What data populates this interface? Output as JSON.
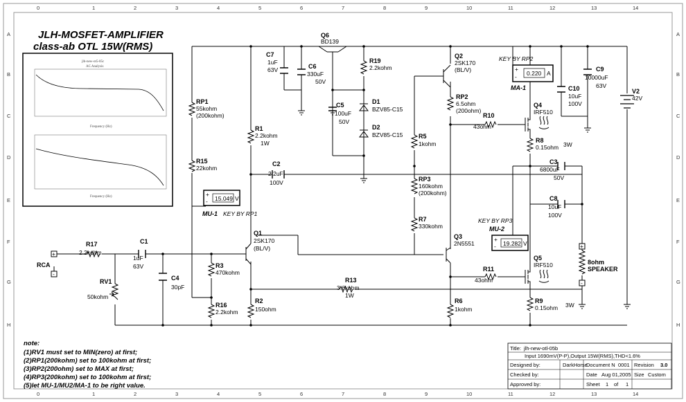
{
  "title": {
    "line1": "JLH-MOSFET-AMPLIFIER",
    "line2": "class-ab OTL 15W(RMS)"
  },
  "grid": {
    "cols": [
      "0",
      "1",
      "2",
      "3",
      "4",
      "5",
      "6",
      "7",
      "8",
      "9",
      "10",
      "11",
      "12",
      "13",
      "14"
    ],
    "rows": [
      "A",
      "B",
      "C",
      "D",
      "E",
      "F",
      "G",
      "H"
    ]
  },
  "inset": {
    "top_title": "jlh-new-ot5-05c",
    "top_subtitle": "AC Analysis",
    "top_xlabel": "Frequency (Hz)",
    "bottom_xlabel": "Frequency (Hz)"
  },
  "components": {
    "Q6": [
      "Q6",
      "BD139"
    ],
    "C7": [
      "C7",
      "1uF",
      "63V"
    ],
    "C6": [
      "C6",
      "330uF",
      "50V"
    ],
    "R19": [
      "R19",
      "2.2kohm"
    ],
    "D1": [
      "D1",
      "BZV85-C15"
    ],
    "D2": [
      "D2",
      "BZV85-C15"
    ],
    "C5": [
      "C5",
      "100uF",
      "50V"
    ],
    "Q2": [
      "Q2",
      "2SK170",
      "(BL/V)"
    ],
    "RP2": [
      "RP2",
      "6.5ohm",
      "(200ohm)"
    ],
    "R10": [
      "R10",
      "43ohm"
    ],
    "Q4": [
      "Q4",
      "IRF510"
    ],
    "R8": [
      "R8",
      "0.15ohm",
      "3W"
    ],
    "C10": [
      "C10",
      "10uF",
      "100V"
    ],
    "C9": [
      "C9",
      "10000uF",
      "63V"
    ],
    "V2": [
      "V2",
      "42V"
    ],
    "RP1": [
      "RP1",
      "55kohm",
      "(200kohm)"
    ],
    "R15": [
      "R15",
      "22kohm"
    ],
    "R1": [
      "R1",
      "2.2kohm",
      "1W"
    ],
    "C2": [
      "C2",
      "2.2uF",
      "100V"
    ],
    "R5": [
      "R5",
      "1kohm"
    ],
    "RP3": [
      "RP3",
      "160kohm",
      "(200kohm)"
    ],
    "R7": [
      "R7",
      "330kohm"
    ],
    "C3": [
      "C3",
      "6800uF",
      "50V"
    ],
    "C8": [
      "C8",
      "10uF",
      "100V"
    ],
    "Q1": [
      "Q1",
      "2SK170",
      "(BL/V)"
    ],
    "Q3": [
      "Q3",
      "2N5551"
    ],
    "Q5": [
      "Q5",
      "IRF510"
    ],
    "R11": [
      "R11",
      "43ohm"
    ],
    "SPK": [
      "8ohm",
      "SPEAKER"
    ],
    "R17": [
      "R17",
      "2.2kohm"
    ],
    "C1": [
      "C1",
      "1uF",
      "63V"
    ],
    "RCA": [
      "RCA"
    ],
    "RV1": [
      "RV1",
      "50kohm"
    ],
    "C4": [
      "C4",
      "30pF"
    ],
    "R3": [
      "R3",
      "470kohm"
    ],
    "R16": [
      "R16",
      "2.2kohm"
    ],
    "R2": [
      "R2",
      "150ohm"
    ],
    "R13": [
      "R13",
      "3.6kohm",
      "1W"
    ],
    "R6": [
      "R6",
      "1kohm"
    ],
    "R9": [
      "R9",
      "0.15ohm",
      "3W"
    ]
  },
  "meters": {
    "MU1": {
      "value": "15.049",
      "unit": "V",
      "name": "MU-1",
      "key": "KEY BY RP1"
    },
    "MU2": {
      "value": "19.282",
      "unit": "V",
      "name": "MU-2",
      "key": "KEY BY RP3"
    },
    "MA1": {
      "value": "0.220",
      "unit": "A",
      "name": "MA-1",
      "key": "KEY BY RP2"
    }
  },
  "notes": {
    "heading": "note:",
    "lines": [
      "(1)RV1 must set to MIN(zero) at first;",
      "(2)RP1(200kohm) set to 100kohm at first;",
      "(3)RP2(200ohm) set to MAX at first;",
      "(4)RP3(200kohm) set to 100kohm at first;",
      "(5)let MU-1/MU2/MA-1 to be right value."
    ]
  },
  "title_block": {
    "title_label": "Title:",
    "title_value": "jlh-new-otl-05b",
    "desc": "Input 1690mV(P-P),Output 15W(RMS),THD<1.6%",
    "designed_label": "Designed by:",
    "designed_value": "DarkHorse",
    "docno_label": "Document N",
    "docno_value": "0001",
    "rev_label": "Revision",
    "rev_value": "3.0",
    "checked_label": "Checked by:",
    "date_label": "Date",
    "date_value": "Aug 01,2005",
    "size_label": "Size",
    "size_value": "Custom",
    "approved_label": "Approved by:",
    "sheet_label": "Sheet",
    "sheet_value": "1",
    "of_label": "of",
    "of_value": "1"
  }
}
